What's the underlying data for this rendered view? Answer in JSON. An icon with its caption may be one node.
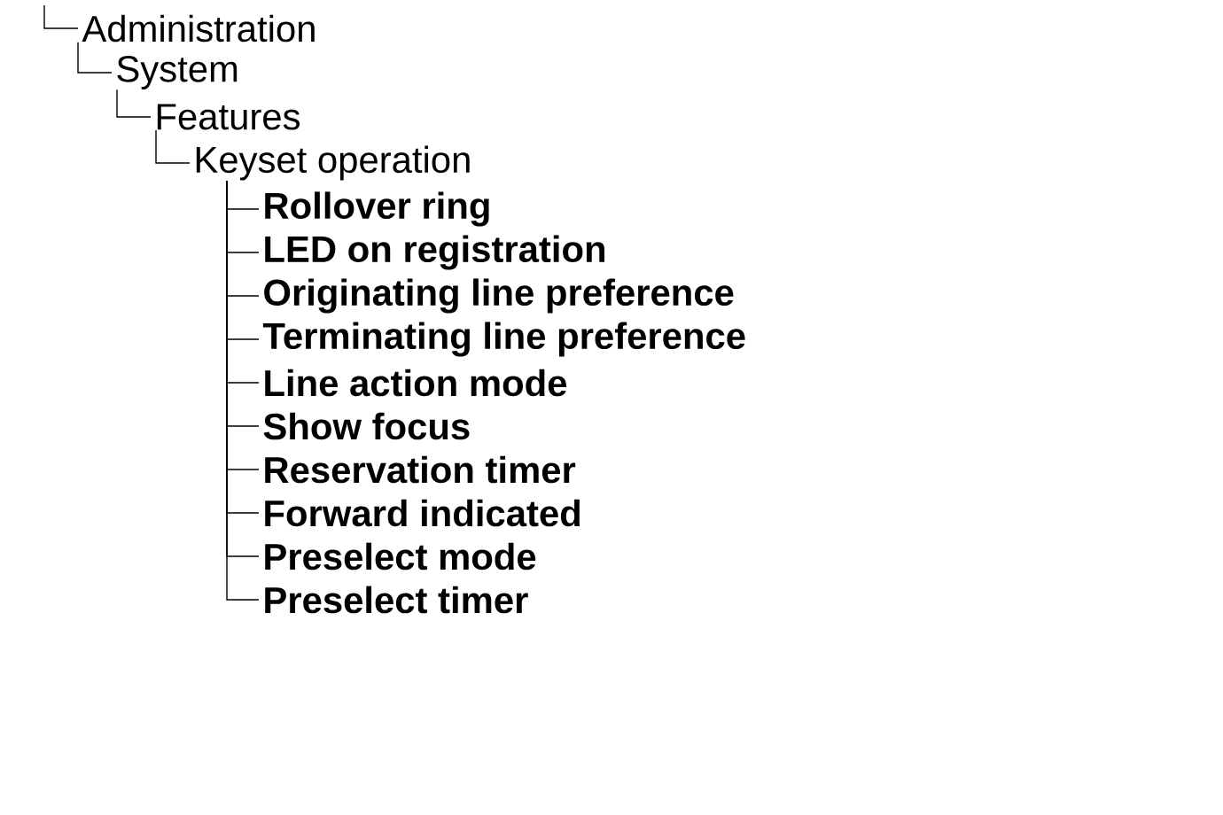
{
  "diagram": {
    "nodes": [
      {
        "text": [
          "Administration"
        ]
      },
      {
        "text": [
          "System"
        ]
      },
      {
        "text": [
          "Features"
        ]
      },
      {
        "text": [
          "Keyset operation"
        ]
      },
      {
        "text": [
          "Rollover ring"
        ]
      },
      {
        "text": [
          "LED on registration"
        ]
      },
      {
        "text": [
          "Originating line preference"
        ]
      },
      {
        "text": [
          "Terminating line preference"
        ]
      },
      {
        "text": [
          "Line action mode"
        ]
      },
      {
        "text": [
          "Show focus"
        ]
      },
      {
        "text": [
          "Reservation timer"
        ]
      },
      {
        "text": [
          "Forward indicated"
        ]
      },
      {
        "text": [
          "Preselect mode"
        ]
      },
      {
        "text": [
          "Preselect timer"
        ]
      }
    ],
    "edges": [
      {
        "from": null,
        "to": 0,
        "arrow": "none"
      },
      {
        "from": 0,
        "to": 1,
        "arrow": "none"
      },
      {
        "from": 1,
        "to": 2,
        "arrow": "none"
      },
      {
        "from": 2,
        "to": 3,
        "arrow": "none"
      },
      {
        "from": 3,
        "to": 4,
        "arrow": "none"
      },
      {
        "from": 3,
        "to": 5,
        "arrow": "none"
      },
      {
        "from": 3,
        "to": 6,
        "arrow": "none"
      },
      {
        "from": 3,
        "to": 7,
        "arrow": "none"
      },
      {
        "from": 3,
        "to": 8,
        "arrow": "none"
      },
      {
        "from": 3,
        "to": 9,
        "arrow": "none"
      },
      {
        "from": 3,
        "to": 10,
        "arrow": "none"
      },
      {
        "from": 3,
        "to": 11,
        "arrow": "none"
      },
      {
        "from": 3,
        "to": 12,
        "arrow": "none"
      },
      {
        "from": 3,
        "to": 13,
        "arrow": "none"
      }
    ]
  }
}
